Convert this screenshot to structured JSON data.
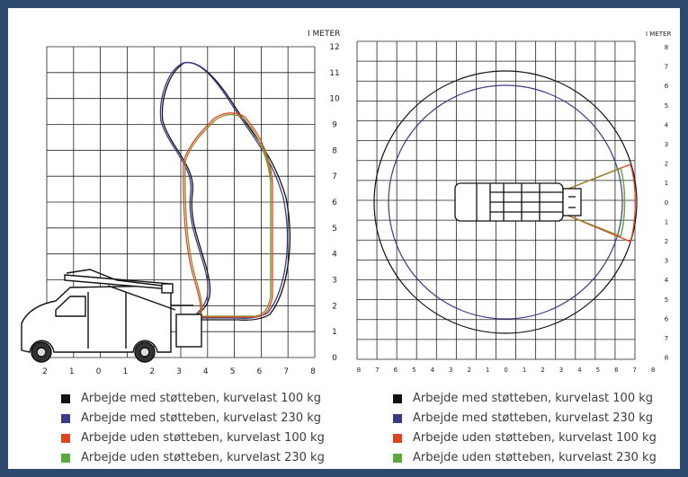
{
  "colors": {
    "frame": "#2d4a6e",
    "black": "#111111",
    "purple": "#3b3a8a",
    "red": "#e2421e",
    "green": "#5aaa3c",
    "olive": "#8b8a2a"
  },
  "left_chart": {
    "unit_label": "I METER",
    "y_ticks": [
      "0",
      "1",
      "2",
      "3",
      "4",
      "5",
      "6",
      "7",
      "8",
      "9",
      "10",
      "11",
      "12"
    ],
    "x_ticks": [
      "2",
      "1",
      "0",
      "1",
      "2",
      "3",
      "4",
      "5",
      "6",
      "7",
      "8"
    ]
  },
  "right_chart": {
    "unit_label": "I METER",
    "y_ticks": [
      "8",
      "7",
      "6",
      "5",
      "4",
      "3",
      "2",
      "1",
      "0",
      "1",
      "2",
      "3",
      "4",
      "5",
      "6",
      "7",
      "8"
    ],
    "x_ticks": [
      "8",
      "7",
      "6",
      "5",
      "4",
      "3",
      "2",
      "1",
      "0",
      "1",
      "2",
      "3",
      "4",
      "5",
      "6",
      "7",
      "8"
    ]
  },
  "legend_left": [
    {
      "label": "Arbejde med støtteben, kurvelast 100 kg",
      "color": "#111111"
    },
    {
      "label": "Arbejde med støtteben, kurvelast 230 kg",
      "color": "#3b3a8a"
    },
    {
      "label": "Arbejde uden støtteben, kurvelast 100 kg",
      "color": "#e2421e"
    },
    {
      "label": "Arbejde uden støtteben, kurvelast 230 kg",
      "color": "#5aaa3c"
    }
  ],
  "legend_right": [
    {
      "label": "Arbejde med støtteben, kurvelast 100 kg",
      "color": "#111111"
    },
    {
      "label": "Arbejde med støtteben, kurvelast 230 kg",
      "color": "#3b3a8a"
    },
    {
      "label": "Arbejde uden støtteben, kurvelast 100 kg",
      "color": "#e2421e"
    },
    {
      "label": "Arbejde uden støtteben, kurvelast 230 kg",
      "color": "#5aaa3c"
    }
  ]
}
